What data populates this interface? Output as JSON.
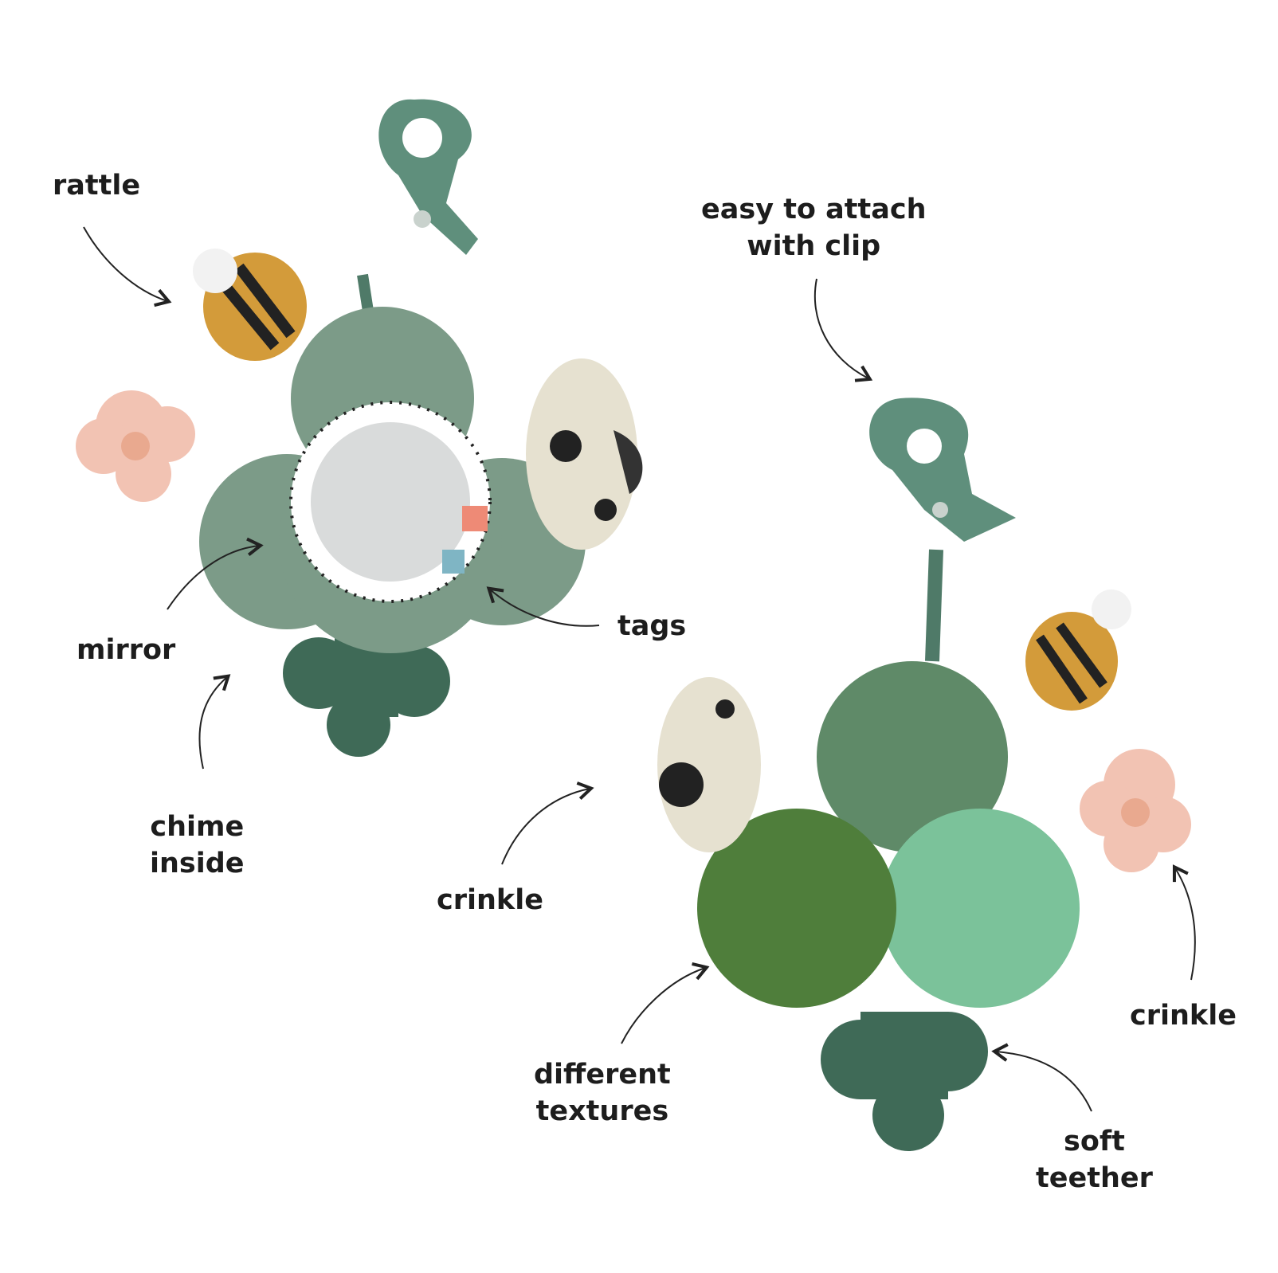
{
  "labels": {
    "rattle": "rattle",
    "clip_line1": "easy to attach",
    "clip_line2": "with clip",
    "mirror": "mirror",
    "tags": "tags",
    "chime_line1": "chime",
    "chime_line2": "inside",
    "crinkle_left": "crinkle",
    "crinkle_right": "crinkle",
    "textures_line1": "different",
    "textures_line2": "textures",
    "teether_line1": "soft",
    "teether_line2": "teether"
  },
  "colors": {
    "clip": "#5f8f7c",
    "plush_green": "#7c9b88",
    "teether": "#3f6a57",
    "bee": "#d39b3a",
    "flower": "#f2c3b3",
    "cow": "#e6e1d0"
  }
}
